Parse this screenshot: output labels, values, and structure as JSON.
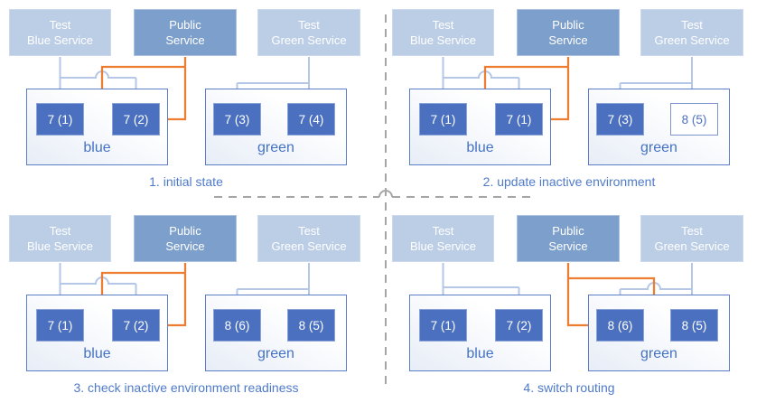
{
  "colors": {
    "accent_blue": "#4472c4",
    "service_light_fill": "#bccde6",
    "service_public_fill": "#7d9fcc",
    "pod_fill": "#4b70bf",
    "test_route_arrow": "#b4c7e7",
    "public_route_arrow": "#ed7d31",
    "divider_gray": "#a6a6a6"
  },
  "panels": [
    {
      "caption": "1. initial state",
      "public_routes_to": "blue",
      "services": [
        {
          "line1": "Test",
          "line2": "Blue Service"
        },
        {
          "line1": "Public",
          "line2": "Service"
        },
        {
          "line1": "Test",
          "line2": "Green Service"
        }
      ],
      "blue_env": {
        "label": "blue",
        "pods": [
          {
            "label": "7 (1)",
            "filled": true
          },
          {
            "label": "7 (2)",
            "filled": true
          }
        ]
      },
      "green_env": {
        "label": "green",
        "pods": [
          {
            "label": "7 (3)",
            "filled": true
          },
          {
            "label": "7 (4)",
            "filled": true
          }
        ]
      }
    },
    {
      "caption": "2. update inactive environment",
      "public_routes_to": "blue",
      "services": [
        {
          "line1": "Test",
          "line2": "Blue Service"
        },
        {
          "line1": "Public",
          "line2": "Service"
        },
        {
          "line1": "Test",
          "line2": "Green Service"
        }
      ],
      "blue_env": {
        "label": "blue",
        "pods": [
          {
            "label": "7 (1)",
            "filled": true
          },
          {
            "label": "7 (1)",
            "filled": true
          }
        ]
      },
      "green_env": {
        "label": "green",
        "pods": [
          {
            "label": "7 (3)",
            "filled": true
          },
          {
            "label": "8 (5)",
            "filled": false
          }
        ]
      }
    },
    {
      "caption": "3. check inactive environment readiness",
      "public_routes_to": "blue",
      "services": [
        {
          "line1": "Test",
          "line2": "Blue Service"
        },
        {
          "line1": "Public",
          "line2": "Service"
        },
        {
          "line1": "Test",
          "line2": "Green Service"
        }
      ],
      "blue_env": {
        "label": "blue",
        "pods": [
          {
            "label": "7 (1)",
            "filled": true
          },
          {
            "label": "7 (2)",
            "filled": true
          }
        ]
      },
      "green_env": {
        "label": "green",
        "pods": [
          {
            "label": "8 (6)",
            "filled": true
          },
          {
            "label": "8 (5)",
            "filled": true
          }
        ]
      }
    },
    {
      "caption": "4. switch routing",
      "public_routes_to": "green",
      "services": [
        {
          "line1": "Test",
          "line2": "Blue Service"
        },
        {
          "line1": "Public",
          "line2": "Service"
        },
        {
          "line1": "Test",
          "line2": "Green Service"
        }
      ],
      "blue_env": {
        "label": "blue",
        "pods": [
          {
            "label": "7 (1)",
            "filled": true
          },
          {
            "label": "7 (2)",
            "filled": true
          }
        ]
      },
      "green_env": {
        "label": "green",
        "pods": [
          {
            "label": "8 (6)",
            "filled": true
          },
          {
            "label": "8 (5)",
            "filled": true
          }
        ]
      }
    }
  ]
}
